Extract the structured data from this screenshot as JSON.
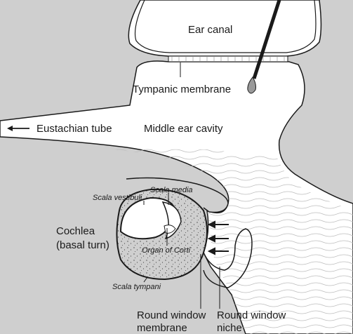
{
  "labels": {
    "ear_canal": "Ear canal",
    "tympanic_membrane": "Tympanic membrane",
    "eustachian_tube": "Eustachian tube",
    "middle_ear_cavity": "Middle ear cavity",
    "scala_vestibuli": "Scala vestibuli",
    "scala_media": "Scala media",
    "cochlea_line1": "Cochlea",
    "cochlea_line2": "(basal turn)",
    "organ_of_corti": "Organ of Corti",
    "scala_tympani": "Scala tympani",
    "round_window_membrane_line1": "Round window",
    "round_window_membrane_line2": "membrane",
    "round_window_niche_line1": "Round window",
    "round_window_niche_line2": "niche"
  },
  "colors": {
    "bone": "#cfcfcf",
    "cavity": "#ffffff",
    "outline": "#1a1a1a",
    "fluid_wave": "#bdbdbd"
  }
}
